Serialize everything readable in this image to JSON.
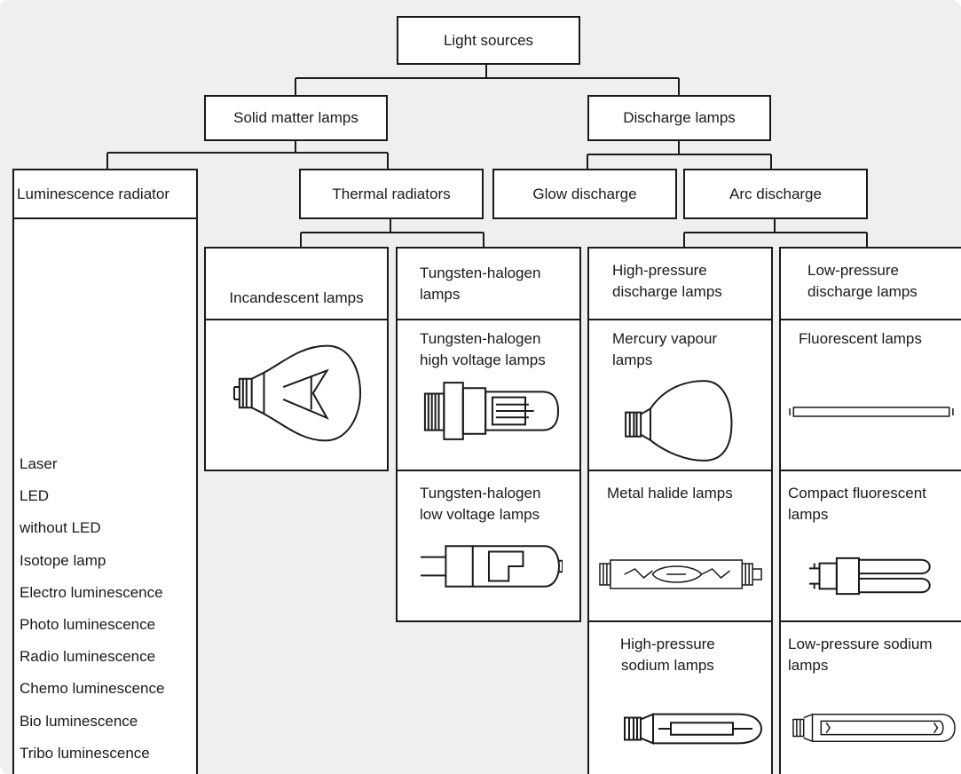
{
  "nodes": {
    "root": "Light sources",
    "solid": "Solid matter lamps",
    "discharge": "Discharge lamps",
    "luminescence": "Luminescence radiator",
    "thermal": "Thermal radiators",
    "glow": "Glow discharge",
    "arc": "Arc discharge",
    "incandescent": "Incandescent lamps",
    "th_lamps": "Tungsten-halogen\nlamps",
    "hp_discharge": "High-pressure\ndischarge  lamps",
    "lp_discharge": "Low-pressure\ndischarge lamps"
  },
  "luminescence_items": [
    "Laser",
    "LED",
    "without LED",
    "Isotope lamp",
    "Electro luminescence",
    "Photo luminescence",
    "Radio luminescence",
    "Chemo luminescence",
    "Bio luminescence",
    "Tribo luminescence"
  ],
  "lamps": {
    "th_high": "Tungsten-halogen\nhigh voltage lamps",
    "th_low": "Tungsten-halogen\nlow voltage lamps",
    "mercury": "Mercury vapour\nlamps",
    "metal_halide": "Metal halide lamps",
    "hp_sodium": "High-pressure\nsodium lamps",
    "fluorescent": "Fluorescent lamps",
    "compact": "Compact fluorescent\nlamps",
    "lp_sodium": "Low-pressure sodium\nlamps"
  },
  "icons": {
    "incandescent": "incandescent-bulb-icon",
    "th_high": "halogen-high-voltage-lamp-icon",
    "th_low": "halogen-low-voltage-lamp-icon",
    "mercury": "mercury-vapour-lamp-icon",
    "metal_halide": "metal-halide-lamp-icon",
    "hp_sodium": "hp-sodium-lamp-icon",
    "fluorescent": "fluorescent-tube-icon",
    "compact": "compact-fluorescent-icon",
    "lp_sodium": "lp-sodium-lamp-icon"
  },
  "colors": {
    "background": "#efefef",
    "box": "#ffffff",
    "line": "#1a1a1a"
  }
}
